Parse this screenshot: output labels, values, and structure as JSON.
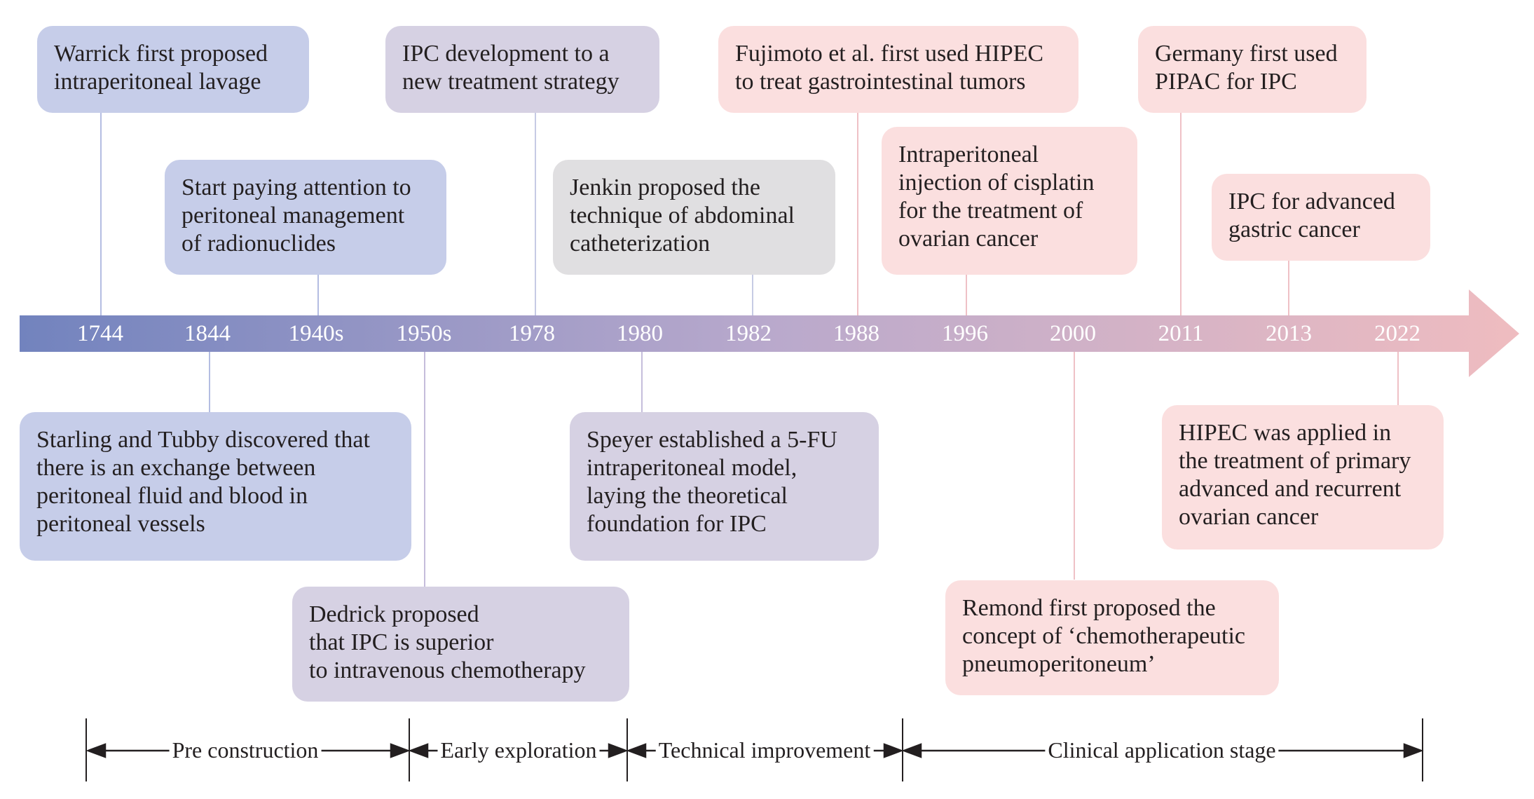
{
  "timeline": {
    "years": [
      "1744",
      "1844",
      "1940s",
      "1950s",
      "1978",
      "1980",
      "1982",
      "1988",
      "1996",
      "2000",
      "2011",
      "2013",
      "2022"
    ],
    "colors": {
      "axis_start": "#7283be",
      "axis_mid": "#b9a9cc",
      "axis_end": "#efbcc0"
    }
  },
  "events": {
    "e1744": {
      "year": "1744",
      "lines": [
        "Warrick first proposed",
        "intraperitoneal lavage"
      ]
    },
    "e1844": {
      "year": "1844",
      "lines": [
        "Starling and Tubby discovered that",
        "there is an exchange between",
        "peritoneal fluid and blood in",
        "peritoneal vessels"
      ]
    },
    "e1940s": {
      "year": "1940s",
      "lines": [
        "Start paying attention to",
        "peritoneal management",
        "of radionuclides"
      ]
    },
    "e1950s": {
      "year": "1950s",
      "lines": [
        "Dedrick proposed",
        "that IPC is superior",
        "to intravenous chemotherapy"
      ]
    },
    "e1978": {
      "year": "1978",
      "lines": [
        "IPC development to a",
        "new treatment strategy"
      ]
    },
    "e1980": {
      "year": "1980",
      "lines": [
        "Speyer established a 5-FU",
        "intraperitoneal model,",
        "laying the theoretical",
        "foundation for IPC"
      ]
    },
    "e1982": {
      "year": "1982",
      "lines": [
        "Jenkin proposed the",
        "technique of abdominal",
        "catheterization"
      ]
    },
    "e1988": {
      "year": "1988",
      "lines": [
        "Fujimoto et al. first used HIPEC",
        "to treat gastrointestinal tumors"
      ]
    },
    "e1996": {
      "year": "1996",
      "lines": [
        "Intraperitoneal",
        "injection of cisplatin",
        "for the treatment of",
        "ovarian cancer"
      ]
    },
    "e2000": {
      "year": "2000",
      "lines": [
        "Remond first proposed the",
        "concept of ‘chemotherapeutic",
        "pneumoperitoneum’"
      ]
    },
    "e2011": {
      "year": "2011",
      "lines": [
        "Germany first used",
        "PIPAC for IPC"
      ]
    },
    "e2013": {
      "year": "2013",
      "lines": [
        "IPC for advanced",
        "gastric cancer"
      ]
    },
    "e2022": {
      "year": "2022",
      "lines": [
        "HIPEC was applied in",
        "the treatment of primary",
        "advanced and recurrent",
        "ovarian cancer"
      ]
    }
  },
  "stages": [
    "Pre construction",
    "Early exploration",
    "Technical improvement",
    "Clinical application stage"
  ]
}
